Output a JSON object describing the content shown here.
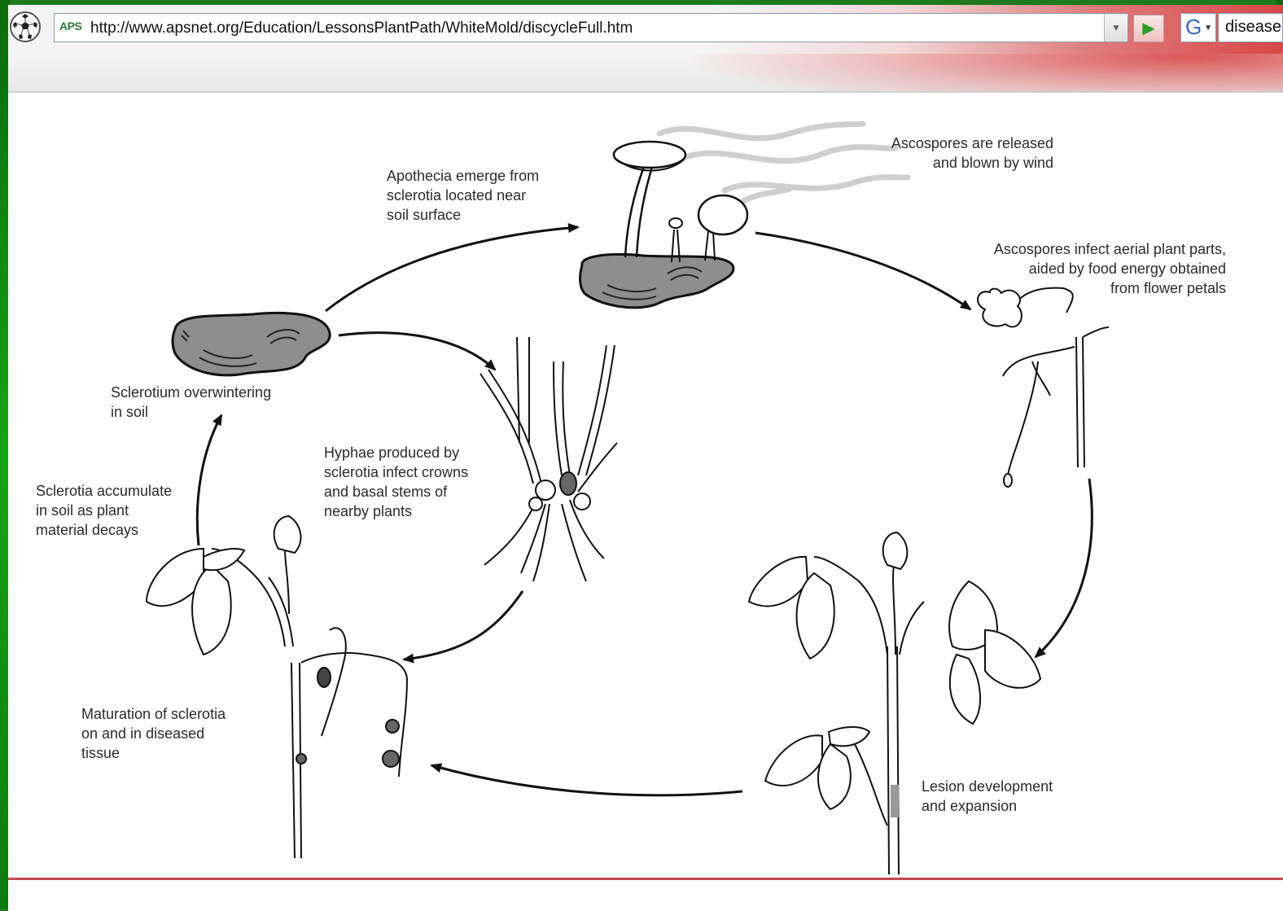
{
  "browser": {
    "address_tag": "APS",
    "url": "http://www.apsnet.org/Education/LessonsPlantPath/WhiteMold/discycleFull.htm",
    "search_query": "disease",
    "search_engine_letter": "G"
  },
  "diagram": {
    "labels": {
      "apothecia": "Apothecia emerge from\nsclerotia located near\nsoil surface",
      "ascospores_released": "Ascospores are released\nand blown by wind",
      "ascospores_infect": "Ascospores infect aerial plant parts,\naided by food energy obtained\nfrom flower petals",
      "sclerotium_overwintering": "Sclerotium overwintering\nin soil",
      "hyphae": "Hyphae produced by\nsclerotia infect crowns\nand basal stems of\nnearby plants",
      "sclerotia_accumulate": "Sclerotia accumulate\nin soil as plant\nmaterial decays",
      "maturation": "Maturation of sclerotia\non and in diseased\ntissue",
      "lesion": "Lesion development\nand expansion"
    }
  }
}
